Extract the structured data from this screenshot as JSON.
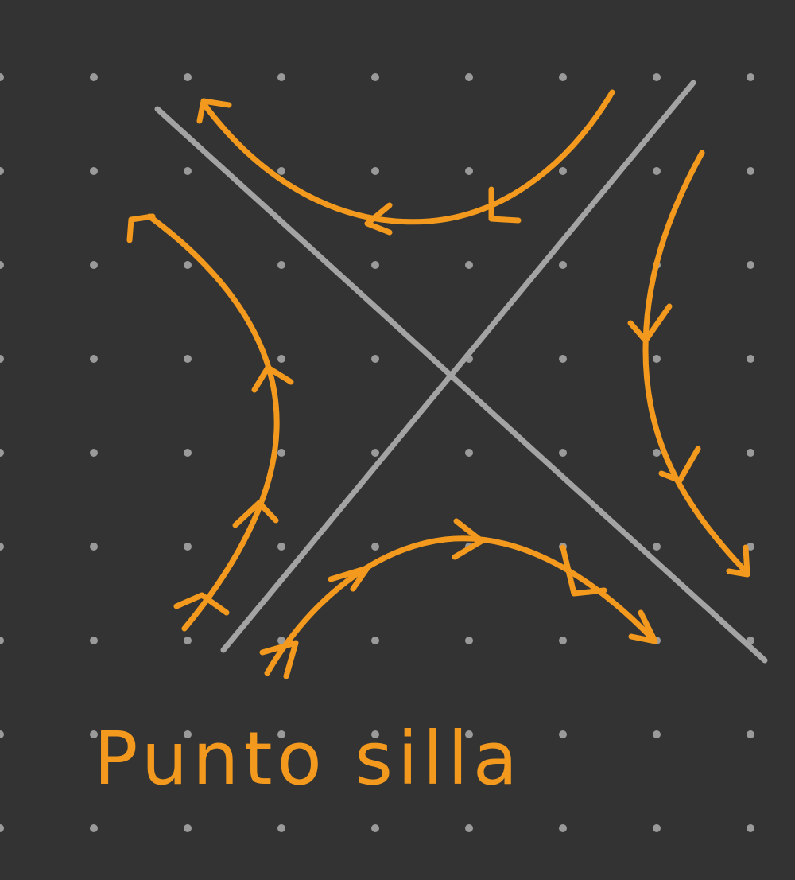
{
  "diagram": {
    "caption": "Punto silla",
    "colors": {
      "background": "#333333",
      "grid_dot": "#9a9a9a",
      "axis_line": "#a3a3a3",
      "trajectory": "#f39a1e"
    },
    "grid": {
      "columns": 9,
      "rows": 9
    },
    "icons": {
      "trajectory_arrowhead": "chevron-arrow-icon"
    }
  }
}
